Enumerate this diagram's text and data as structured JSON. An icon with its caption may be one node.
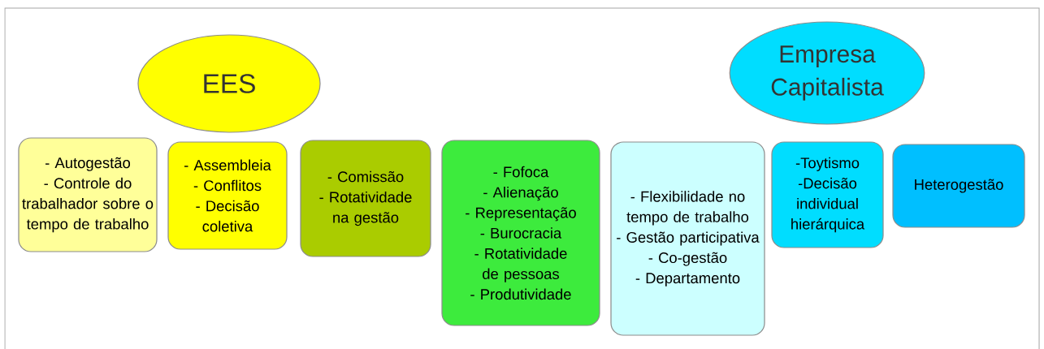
{
  "diagram": {
    "nodes": [
      {
        "text": [
          "EES"
        ]
      },
      {
        "text": [
          "Empresa Capitalista"
        ]
      },
      {
        "text": [
          "- Autogestão",
          "- Controle do trabalhador sobre o tempo de trabalho"
        ]
      },
      {
        "text": [
          "- Assembleia",
          "- Conflitos",
          "- Decisão coletiva"
        ]
      },
      {
        "text": [
          "- Comissão",
          "- Rotatividade na gestão"
        ]
      },
      {
        "text": [
          "- Fofoca",
          "- Alienação",
          "- Representação",
          "- Burocracia",
          "- Rotatividade de pessoas",
          "- Produtividade"
        ]
      },
      {
        "text": [
          "- Flexibilidade no tempo de trabalho",
          "- Gestão participativa",
          "- Co-gestão",
          "- Departamento"
        ]
      },
      {
        "text": [
          "-Toytismo",
          "-Decisão individual hierárquica"
        ]
      },
      {
        "text": [
          "Heterogestão"
        ]
      }
    ],
    "edges": []
  }
}
